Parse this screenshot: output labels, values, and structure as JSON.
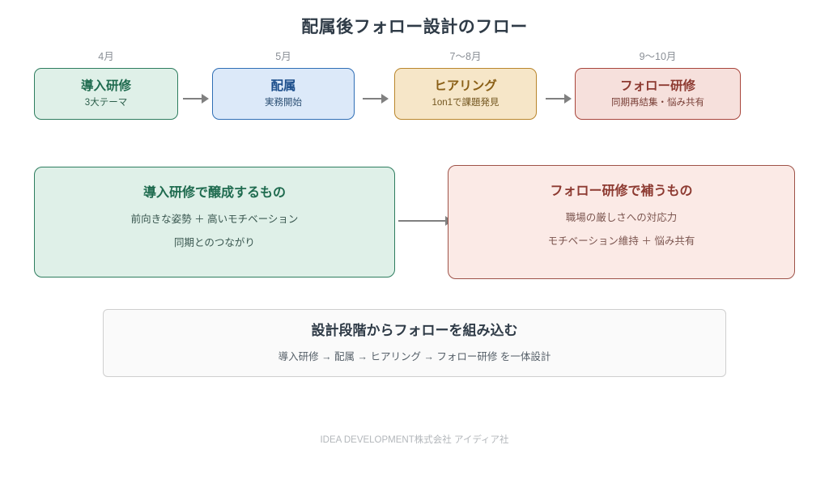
{
  "title": "配属後フォロー設計のフロー",
  "stages": [
    {
      "month": "4月",
      "title": "導入研修",
      "sub": "3大テーマ",
      "accent": "#2e7d5f",
      "fill": "#dff0e8"
    },
    {
      "month": "5月",
      "title": "配属",
      "sub": "実務開始",
      "accent": "#2f6eb5",
      "fill": "#dce9f9"
    },
    {
      "month": "7〜8月",
      "title": "ヒアリング",
      "sub": "1on1で課題発見",
      "accent": "#b9862c",
      "fill": "#f6e6c8"
    },
    {
      "month": "9〜10月",
      "title": "フォロー研修",
      "sub": "同期再結集・悩み共有",
      "accent": "#a8453b",
      "fill": "#f6e0dc"
    }
  ],
  "panels": {
    "left": {
      "title": "導入研修で醸成するもの",
      "line1": "前向きな姿勢 ＋ 高いモチベーション",
      "line2": "同期とのつながり",
      "accent": "#2e7d5f",
      "fill": "#dff0e8"
    },
    "right": {
      "title": "フォロー研修で補うもの",
      "line1": "職場の厳しさへの対応力",
      "line2": "モチベーション維持 ＋ 悩み共有",
      "accent": "#9e5248",
      "fill": "#fbeae6"
    }
  },
  "summary": {
    "title": "設計段階からフォローを組み込む",
    "sub": "導入研修 → 配属 → ヒアリング → フォロー研修 を一体設計",
    "fill": "#fafafa",
    "border": "#cfcfcf"
  },
  "arrow_color": "#808080",
  "footer": "IDEA DEVELOPMENT株式会社 アイディア社"
}
